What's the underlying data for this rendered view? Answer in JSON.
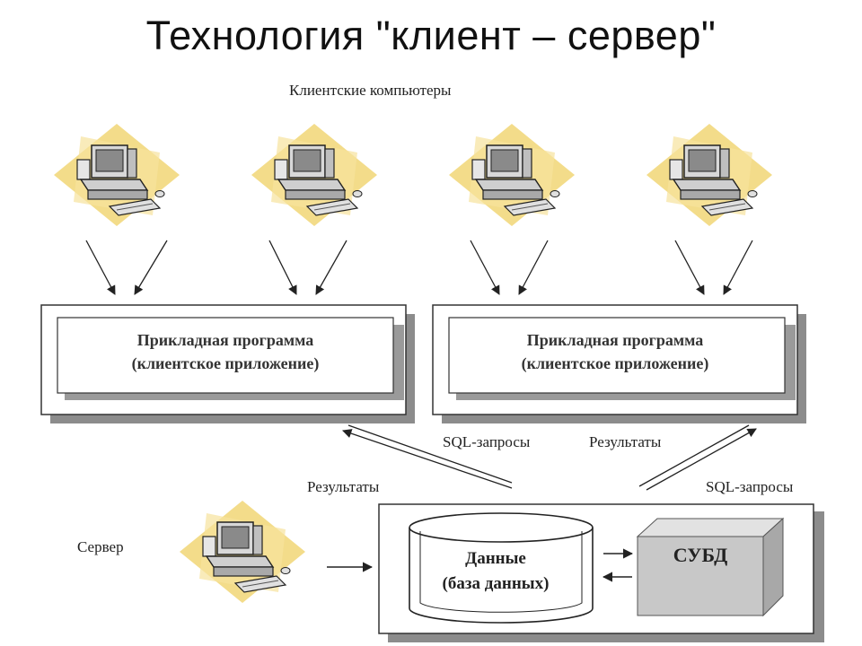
{
  "title": "Технология \"клиент – сервер\"",
  "clients_label": "Клиентские компьютеры",
  "app_boxes": [
    {
      "line1": "Прикладная программа",
      "line2": "(клиентское приложение)"
    },
    {
      "line1": "Прикладная программа",
      "line2": "(клиентское приложение)"
    }
  ],
  "arrow_labels": {
    "sql_left": "SQL-запросы",
    "results_right": "Результаты",
    "results_left": "Результаты",
    "sql_right": "SQL-запросы"
  },
  "server_label": "Сервер",
  "database": {
    "line1": "Данные",
    "line2": "(база данных)"
  },
  "dbms_label": "СУБД",
  "colors": {
    "diamond": "#f3dc8a",
    "monitor": "#8a8a8a",
    "dbms": "#c8c8c8"
  }
}
